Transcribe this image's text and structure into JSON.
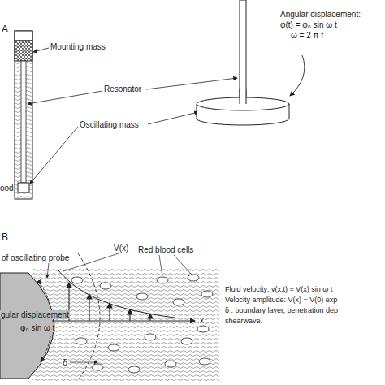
{
  "diagram": {
    "labels": [
      "A",
      "Mounting mass",
      "Resonator",
      "Oscillating mass",
      "ood",
      "Angular displacement:",
      "φ(t) = φ₀ sin ω t",
      "ω = 2 π f",
      "B",
      "of oscillating probe",
      "Red blood cells",
      "V(x)",
      "x",
      "gular displacement",
      "φ₀ sin ω t",
      "δ",
      "Fluid velocity: v(x,t) = V(x) sin ω t",
      "Velocity amplitude: V(x) = V(0) exp",
      "δ : boundary layer, penetration dep",
      "shearwave."
    ]
  }
}
